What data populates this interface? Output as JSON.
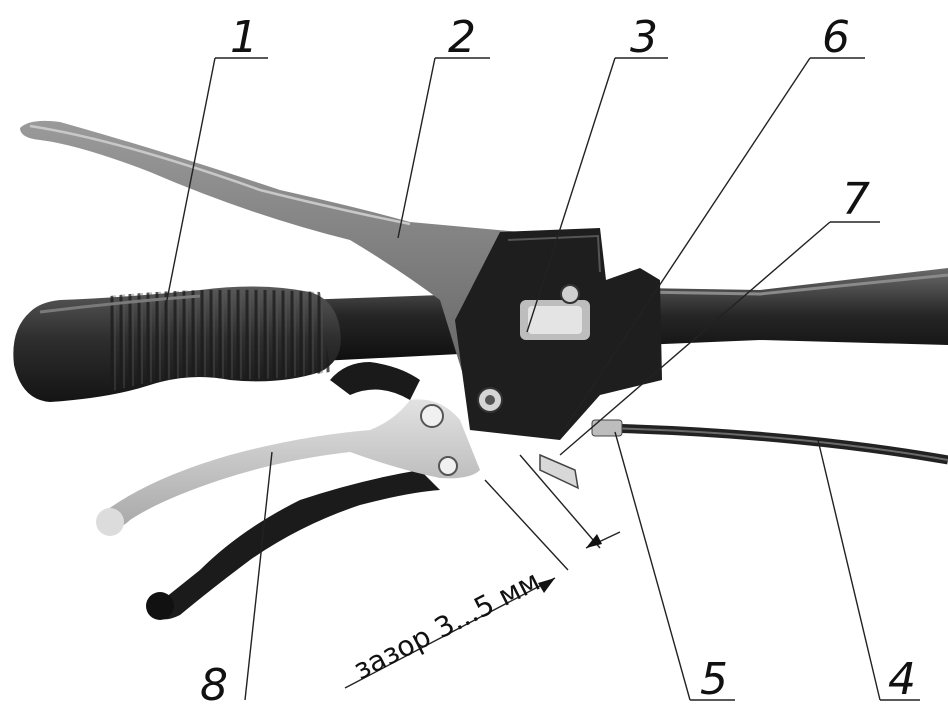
{
  "callouts": {
    "c1": "1",
    "c2": "2",
    "c3": "3",
    "c4": "4",
    "c5": "5",
    "c6": "6",
    "c7": "7",
    "c8": "8"
  },
  "gap_annotation": "зазор 3...5 мм"
}
